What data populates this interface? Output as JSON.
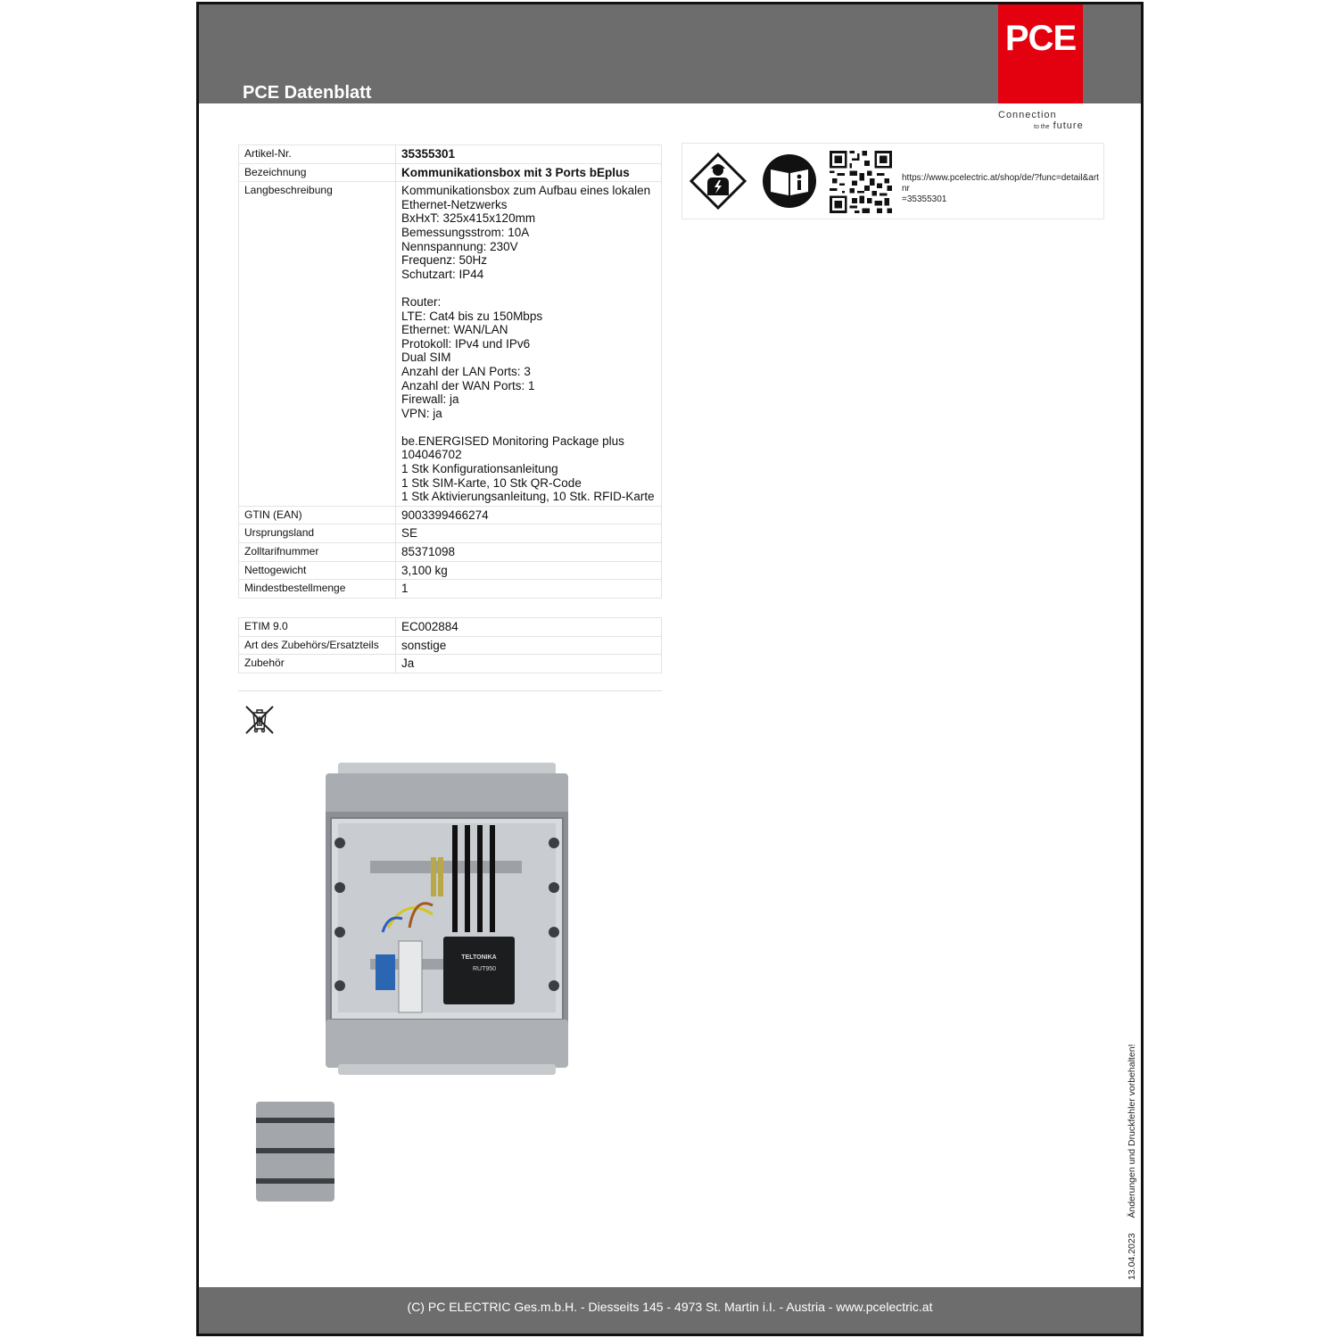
{
  "header": {
    "title": "PCE Datenblatt",
    "logo_text": "PCE",
    "slogan_line1": "Connection",
    "slogan_to_the": "to the",
    "slogan_future": "future",
    "brand_color": "#e3000f",
    "band_color": "#6d6d6d"
  },
  "specs": [
    {
      "label": "Artikel-Nr.",
      "value": "35355301"
    },
    {
      "label": "Bezeichnung",
      "value": "Kommunikationsbox mit 3 Ports bEplus"
    },
    {
      "label": "Langbeschreibung",
      "lines": [
        "Kommunikationsbox zum Aufbau eines lokalen",
        "Ethernet-Netzwerks",
        "BxHxT: 325x415x120mm",
        "Bemessungsstrom: 10A",
        "Nennspannung: 230V",
        "Frequenz: 50Hz",
        "Schutzart: IP44",
        "",
        "Router:",
        "LTE: Cat4 bis zu 150Mbps",
        "Ethernet: WAN/LAN",
        "Protokoll: IPv4 und IPv6",
        "Dual SIM",
        "Anzahl der LAN Ports: 3",
        "Anzahl der WAN Ports: 1",
        "Firewall: ja",
        "VPN: ja",
        "",
        "be.ENERGISED Monitoring Package plus",
        "104046702",
        "1 Stk Konfigurationsanleitung",
        "1 Stk SIM-Karte, 10 Stk QR-Code",
        "1 Stk Aktivierungsanleitung, 10 Stk. RFID-Karte"
      ]
    },
    {
      "label": "GTIN (EAN)",
      "value": "9003399466274"
    },
    {
      "label": "Ursprungsland",
      "value": "SE"
    },
    {
      "label": "Zolltarifnummer",
      "value": "85371098"
    },
    {
      "label": "Nettogewicht",
      "value": "3,100 kg"
    },
    {
      "label": "Mindestbestellmenge",
      "value": "1"
    }
  ],
  "etim": [
    {
      "label": "ETIM 9.0",
      "value": "EC002884"
    },
    {
      "label": "Art des Zubehörs/Ersatzteils",
      "value": "sonstige"
    },
    {
      "label": "Zubehör",
      "value": "Ja"
    }
  ],
  "icons": {
    "electrician_icon": "qualified-electrician-icon",
    "manual_icon": "read-manual-icon",
    "qr_icon": "qr-code-icon",
    "url_line1": "https://www.pcelectric.at/shop/de/?func=detail&artnr",
    "url_line2": "=35355301"
  },
  "product_label": "TELTONIKA",
  "product_model": "RUT950",
  "side_note": {
    "date": "13.04.2023",
    "disclaimer": "Änderungen und Druckfehler vorbehalten!"
  },
  "footer": {
    "text": "(C) PC ELECTRIC Ges.m.b.H. - Diesseits 145 - 4973 St. Martin i.I. - Austria - www.pcelectric.at"
  }
}
